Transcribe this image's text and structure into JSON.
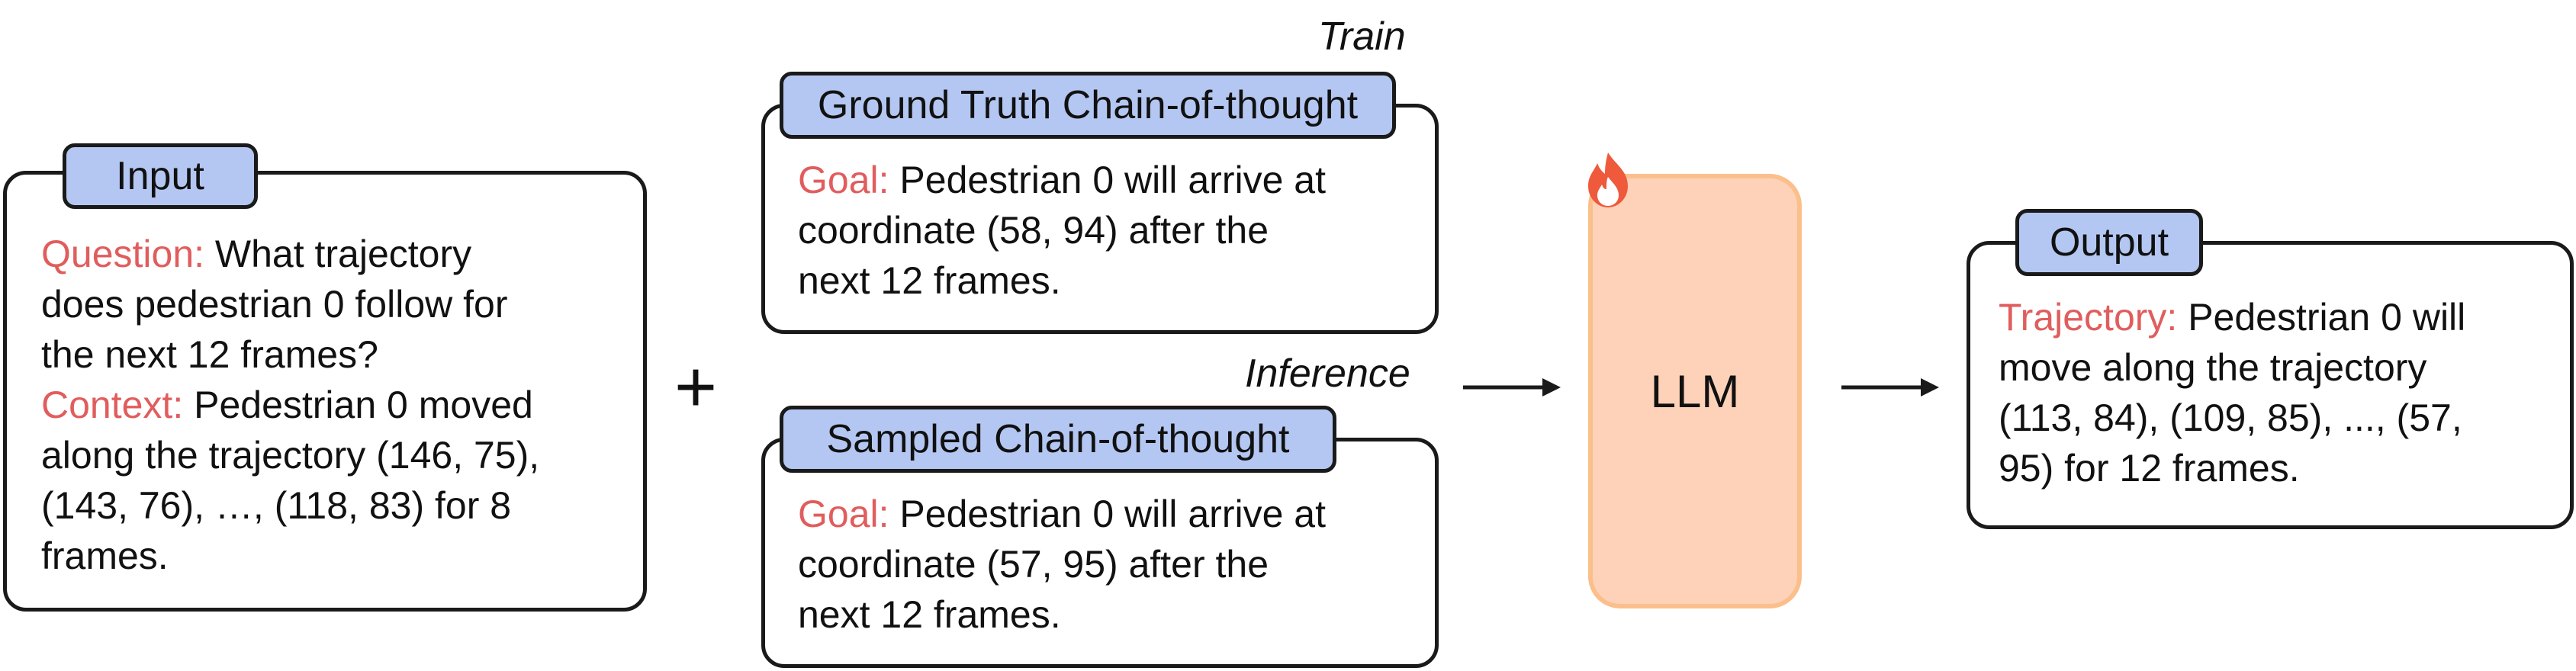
{
  "input": {
    "tab": "Input",
    "lines": [
      {
        "label": "Question:",
        "text": " What trajectory"
      },
      {
        "label": "",
        "text": "does pedestrian 0 follow for"
      },
      {
        "label": "",
        "text": "the next 12 frames?"
      },
      {
        "label": "Context:",
        "text": " Pedestrian 0 moved"
      },
      {
        "label": "",
        "text": "along the trajectory (146, 75),"
      },
      {
        "label": "",
        "text": "(143, 76), …, (118, 83) for 8"
      },
      {
        "label": "",
        "text": "frames."
      }
    ]
  },
  "plus_sign": "+",
  "train": {
    "label": "Train",
    "tab": "Ground Truth Chain-of-thought",
    "lines": [
      {
        "label": "Goal:",
        "text": "  Pedestrian 0 will arrive at"
      },
      {
        "label": "",
        "text": "coordinate (58, 94) after the"
      },
      {
        "label": "",
        "text": "next 12 frames."
      }
    ]
  },
  "inference": {
    "label": "Inference",
    "tab": "Sampled Chain-of-thought",
    "lines": [
      {
        "label": "Goal:",
        "text": "  Pedestrian 0 will arrive at"
      },
      {
        "label": "",
        "text": "coordinate (57, 95) after the"
      },
      {
        "label": "",
        "text": "next 12 frames."
      }
    ]
  },
  "llm": {
    "label": "LLM",
    "icon": "flame-icon",
    "fill_color": "#fdd2b8",
    "border_color": "#fbbf8b"
  },
  "output": {
    "tab": "Output",
    "lines": [
      {
        "label": "Trajectory:",
        "text": " Pedestrian 0 will"
      },
      {
        "label": "",
        "text": "move along the trajectory"
      },
      {
        "label": "",
        "text": "(113, 84), (109, 85), ..., (57,"
      },
      {
        "label": "",
        "text": "95) for 12 frames."
      }
    ]
  },
  "colors": {
    "tab_fill": "#b4c7f2",
    "keyword": "#e15d5d",
    "border": "#1a1a1a"
  }
}
